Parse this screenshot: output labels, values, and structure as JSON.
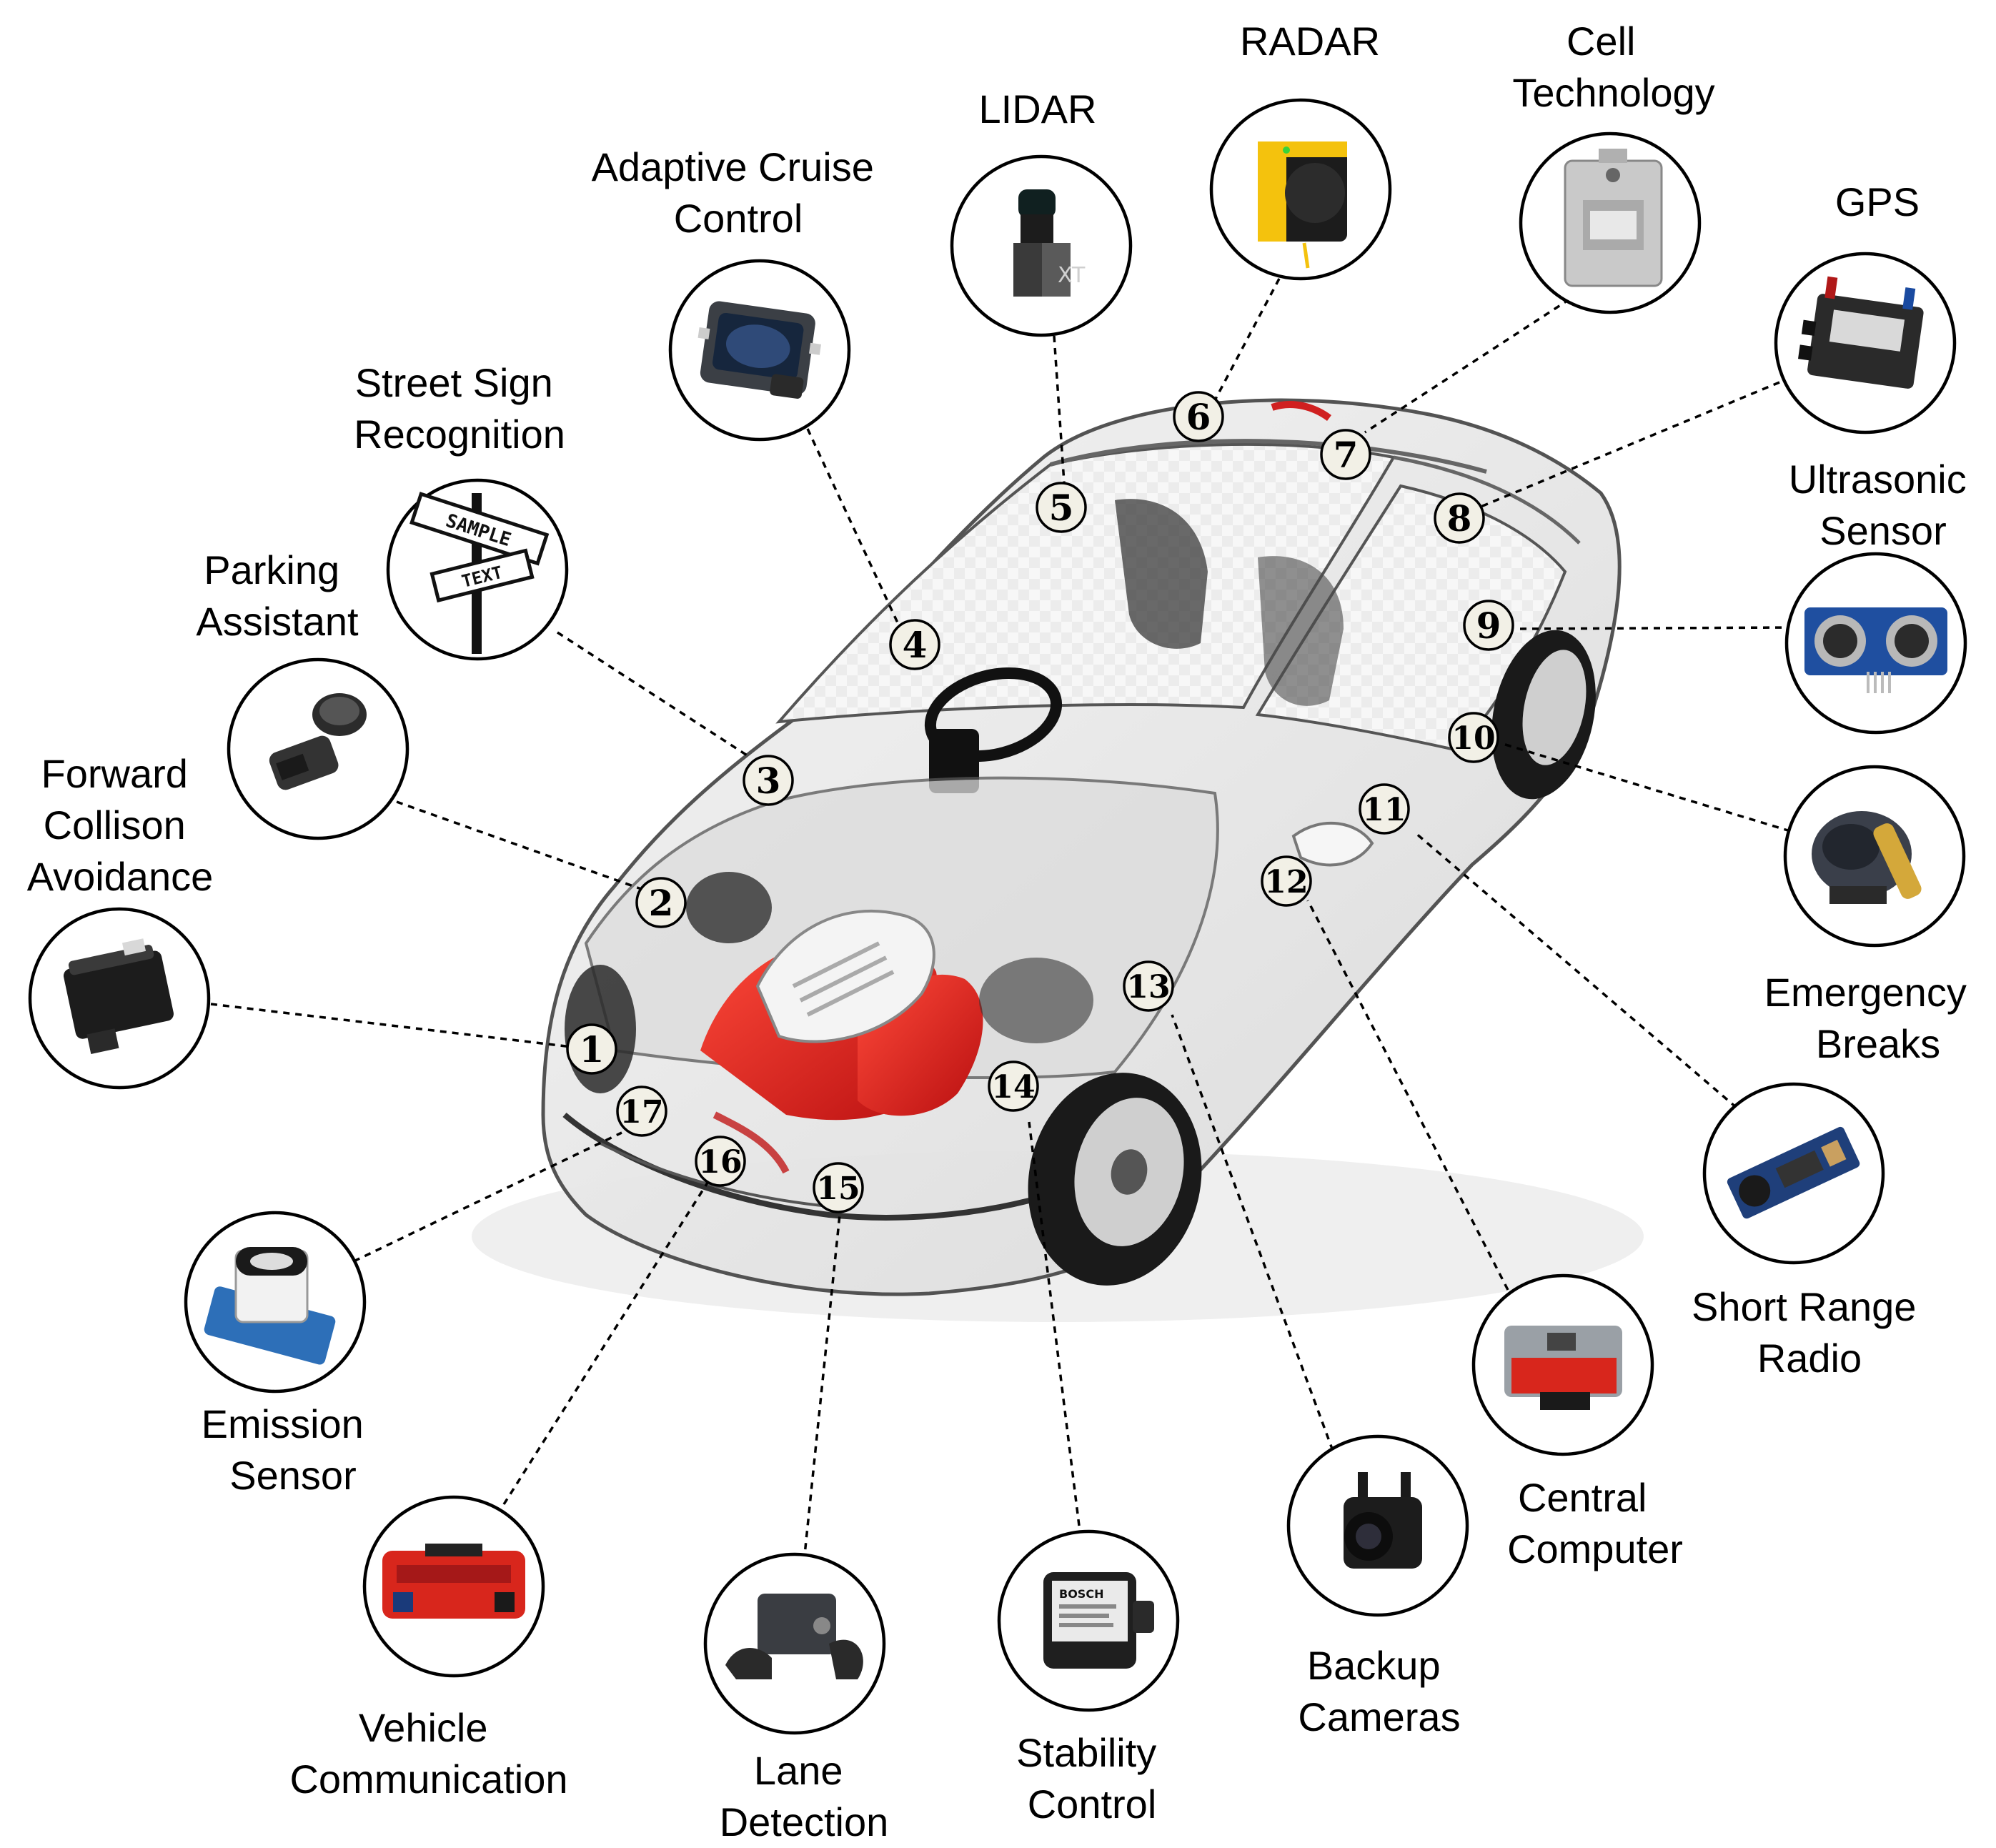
{
  "sensors": [
    {
      "num": "1",
      "label_lines": [
        "Forward",
        "Collison",
        "Avoidance"
      ],
      "icon": "radar-module-icon"
    },
    {
      "num": "2",
      "label_lines": [
        "Parking",
        "Assistant"
      ],
      "icon": "parking-sensor-icon"
    },
    {
      "num": "3",
      "label_lines": [
        "Street Sign",
        "Recognition"
      ],
      "icon": "street-sign-icon",
      "sign_text": [
        "SAMPLE",
        "TEXT"
      ]
    },
    {
      "num": "4",
      "label_lines": [
        "Adaptive Cruise",
        "Control"
      ],
      "icon": "cruise-radar-icon"
    },
    {
      "num": "5",
      "label_lines": [
        "LIDAR"
      ],
      "icon": "lidar-icon",
      "icon_text": "XT"
    },
    {
      "num": "6",
      "label_lines": [
        "RADAR"
      ],
      "icon": "radar-icon"
    },
    {
      "num": "7",
      "label_lines": [
        "Cell",
        "Technology"
      ],
      "icon": "load-cell-icon"
    },
    {
      "num": "8",
      "label_lines": [
        "GPS"
      ],
      "icon": "gps-module-icon"
    },
    {
      "num": "9",
      "label_lines": [
        "Ultrasonic",
        "Sensor"
      ],
      "icon": "ultrasonic-sensor-icon"
    },
    {
      "num": "10",
      "label_lines": [
        "Emergency",
        "Breaks"
      ],
      "icon": "brake-actuator-icon"
    },
    {
      "num": "11",
      "label_lines": [
        "Short Range",
        "Radio"
      ],
      "icon": "radio-board-icon"
    },
    {
      "num": "12",
      "label_lines": [
        "Central",
        "Computer"
      ],
      "icon": "ecu-icon"
    },
    {
      "num": "13",
      "label_lines": [
        "Backup",
        "Cameras"
      ],
      "icon": "camera-icon"
    },
    {
      "num": "14",
      "label_lines": [
        "Stability",
        "Control"
      ],
      "icon": "stability-sensor-icon",
      "icon_text": "BOSCH"
    },
    {
      "num": "15",
      "label_lines": [
        "Lane",
        "Detection"
      ],
      "icon": "lane-camera-icon"
    },
    {
      "num": "16",
      "label_lines": [
        "Vehicle",
        "Communication"
      ],
      "icon": "vci-device-icon"
    },
    {
      "num": "17",
      "label_lines": [
        "Emission",
        "Sensor"
      ],
      "icon": "gas-sensor-icon"
    }
  ],
  "colors": {
    "badge_fill": "#f2f0e6",
    "engine_red": "#e02020",
    "radar_yellow": "#f4c20d",
    "ecu_red": "#d8261c",
    "board_blue": "#1f4fa0",
    "body_gray": "#9a9a9a"
  }
}
